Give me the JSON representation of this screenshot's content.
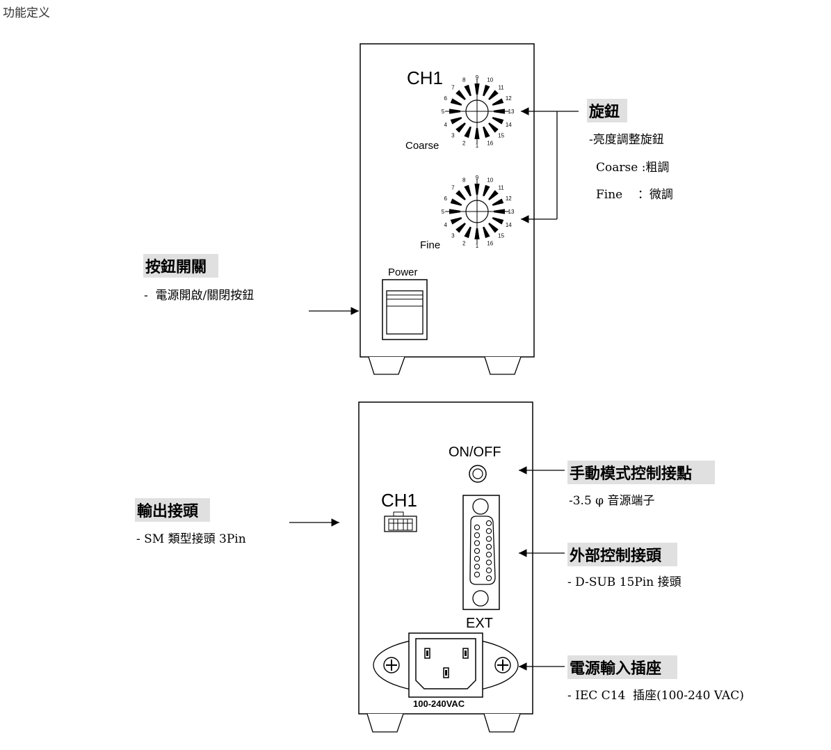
{
  "page": {
    "title": "功能定义"
  },
  "front": {
    "channel_label": "CH1",
    "coarse_label": "Coarse",
    "fine_label": "Fine",
    "power_label": "Power",
    "dial_numbers": [
      "1",
      "2",
      "3",
      "4",
      "5",
      "6",
      "7",
      "8",
      "9",
      "10",
      "11",
      "12",
      "13",
      "14",
      "15",
      "16"
    ]
  },
  "back": {
    "onoff_label": "ON/OFF",
    "channel_label": "CH1",
    "ext_label": "EXT",
    "voltage_label": "100-240VAC"
  },
  "callouts": {
    "knob": {
      "title": "旋鈕",
      "desc": "-亮度調整旋鈕",
      "coarse_line": "Coarse :粗調",
      "fine_line": "Fine    ：微調"
    },
    "button_switch": {
      "title": "按鈕開關",
      "desc": "-  電源開啟/關閉按鈕"
    },
    "output_connector": {
      "title": "輸出接頭",
      "desc": "- SM 類型接頭 3Pin"
    },
    "manual_contact": {
      "title": "手動模式控制接點",
      "desc": "-3.5 φ 音源端子"
    },
    "ext_connector": {
      "title": "外部控制接頭",
      "desc": "- D-SUB 15Pin 接頭"
    },
    "power_inlet": {
      "title": "電源輸入插座",
      "desc": "- IEC C14  插座(100-240 VAC)"
    }
  },
  "colors": {
    "line": "#000000",
    "title_box": "#e0e0e0",
    "text_gray": "#333333"
  }
}
